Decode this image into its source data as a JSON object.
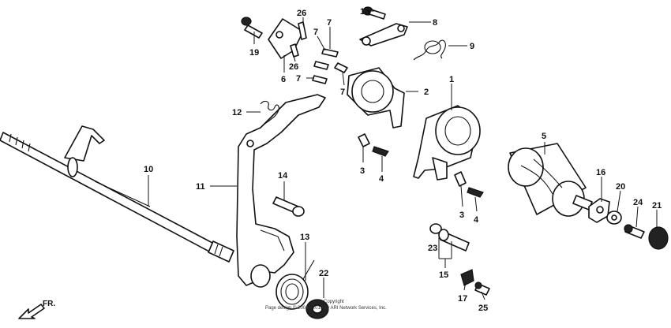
{
  "callouts": {
    "c1": "1",
    "c2": "2",
    "c3a": "3",
    "c3b": "3",
    "c4a": "4",
    "c4b": "4",
    "c5": "5",
    "c6": "6",
    "c7a": "7",
    "c7b": "7",
    "c7c": "7",
    "c7d": "7",
    "c8": "8",
    "c9": "9",
    "c10": "10",
    "c11": "11",
    "c12": "12",
    "c13": "13",
    "c14": "14",
    "c15": "15",
    "c16": "16",
    "c17": "17",
    "c18": "18",
    "c19": "19",
    "c20": "20",
    "c21": "21",
    "c22": "22",
    "c23": "23",
    "c24": "24",
    "c25": "25",
    "c26a": "26",
    "c26b": "26"
  },
  "direction_label": "FR.",
  "copyright": {
    "line1": "Copyright",
    "line2": "Page design © 2004 - 2019 by ARI Network Services, Inc."
  }
}
